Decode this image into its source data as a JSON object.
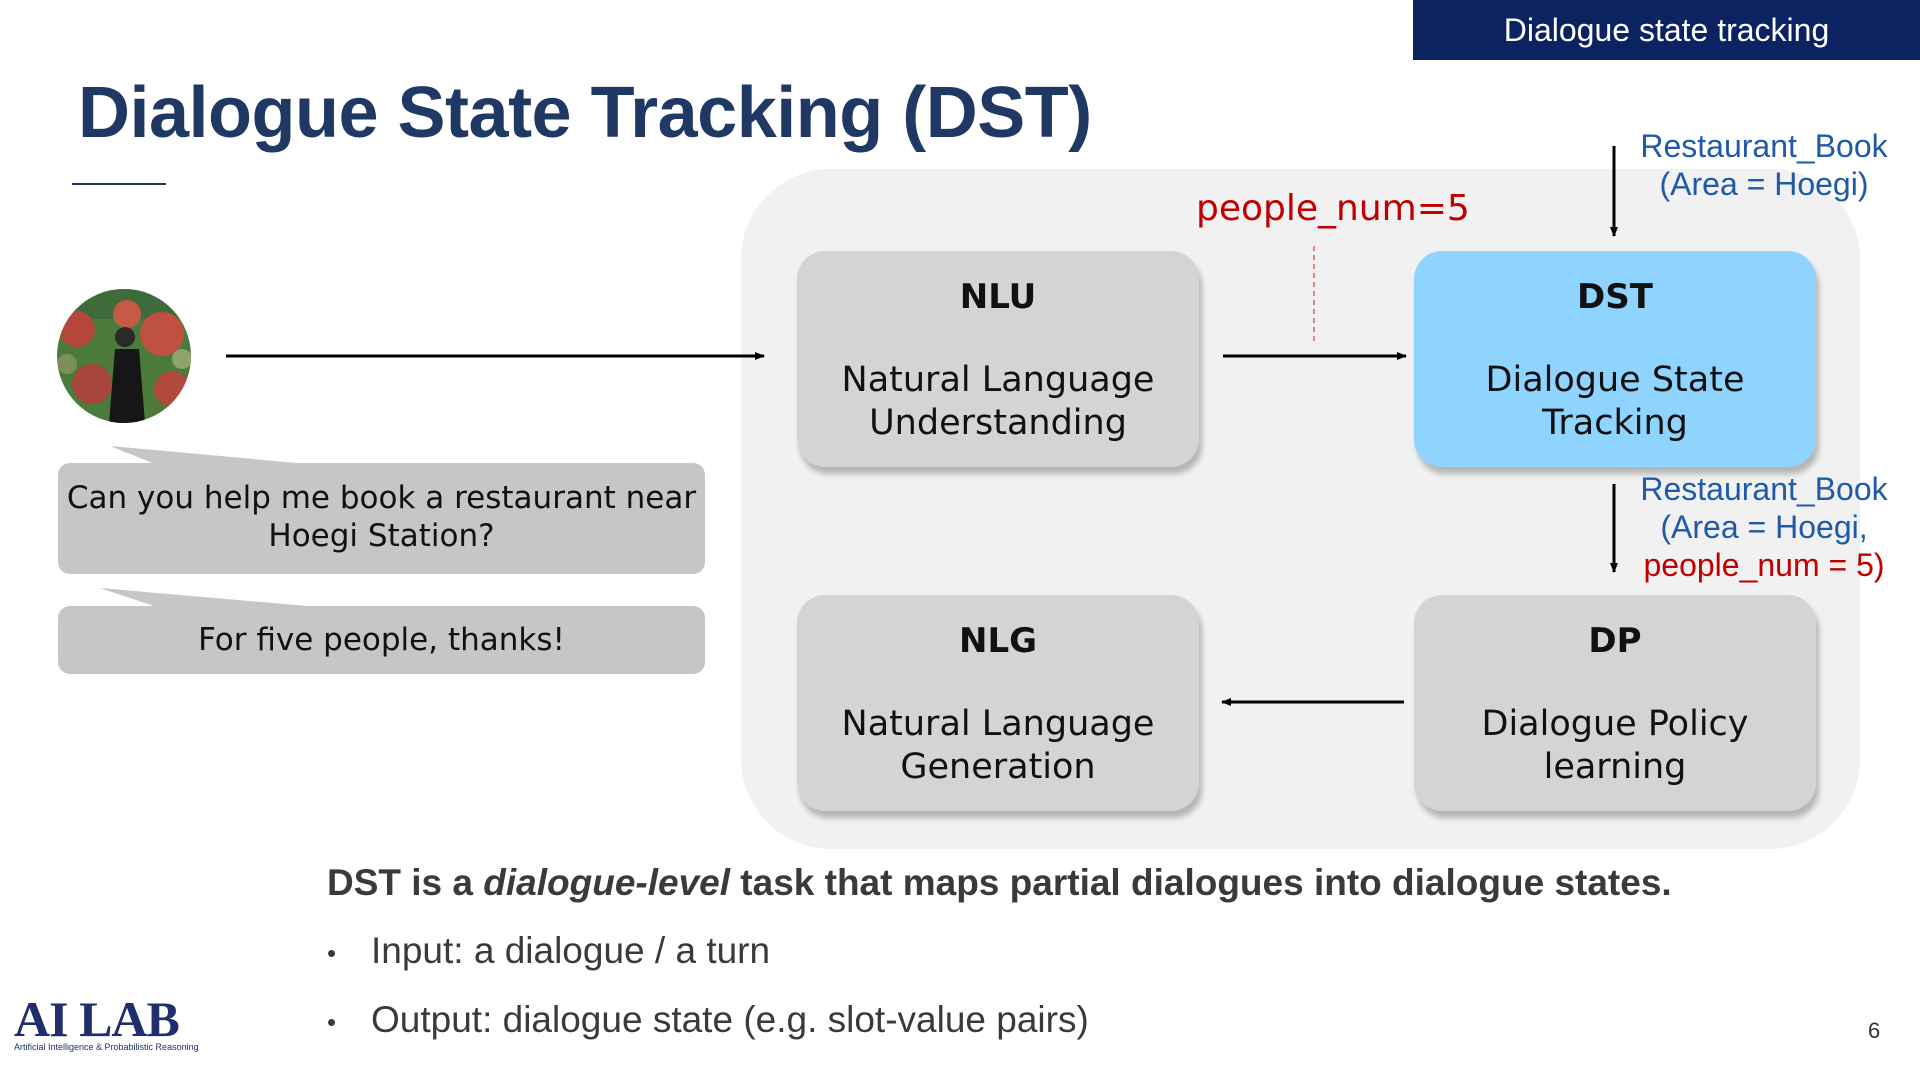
{
  "header": {
    "banner": "Dialogue state tracking",
    "title": "Dialogue State Tracking (DST)"
  },
  "diagram": {
    "nlu": {
      "head": "NLU",
      "line1": "Natural Language",
      "line2": "Understanding"
    },
    "dst": {
      "head": "DST",
      "line1": "Dialogue State",
      "line2": "Tracking"
    },
    "nlg": {
      "head": "NLG",
      "line1": "Natural Language",
      "line2": "Generation"
    },
    "dp": {
      "head": "DP",
      "line1": "Dialogue Policy",
      "line2": "learning"
    },
    "nlu_output": "people_num=5",
    "prev_state": {
      "line1": "Restaurant_Book",
      "line2": "(Area = Hoegi)"
    },
    "new_state": {
      "line1": "Restaurant_Book",
      "line2": "(Area = Hoegi,",
      "line3_red": "people_num = 5",
      "line3_close": ")"
    }
  },
  "conversation": {
    "avatar_icon": "user-photo",
    "bubble1": {
      "line1": "Can you help me book a restaurant near",
      "line2": "Hoegi Station?"
    },
    "bubble2": "For five people, thanks!"
  },
  "summary": {
    "prefix": "DST is a ",
    "emphasis": "dialogue-level",
    "suffix": " task that maps partial dialogues into dialogue states.",
    "bullets": [
      "Input: a dialogue / a turn",
      "Output: dialogue state (e.g. slot-value pairs)"
    ],
    "bullet_glyph": "•"
  },
  "footer": {
    "logo_main": "AI LAB",
    "logo_sub": "Artificial Intelligence & Probabilistic Reasoning",
    "page_number": "6"
  },
  "colors": {
    "title": "#1f3864",
    "banner": "#0b2461",
    "dst_box": "#8fd3ff",
    "box": "#d4d4d4",
    "note_blue": "#1f5aa8",
    "note_red": "#c00000"
  }
}
